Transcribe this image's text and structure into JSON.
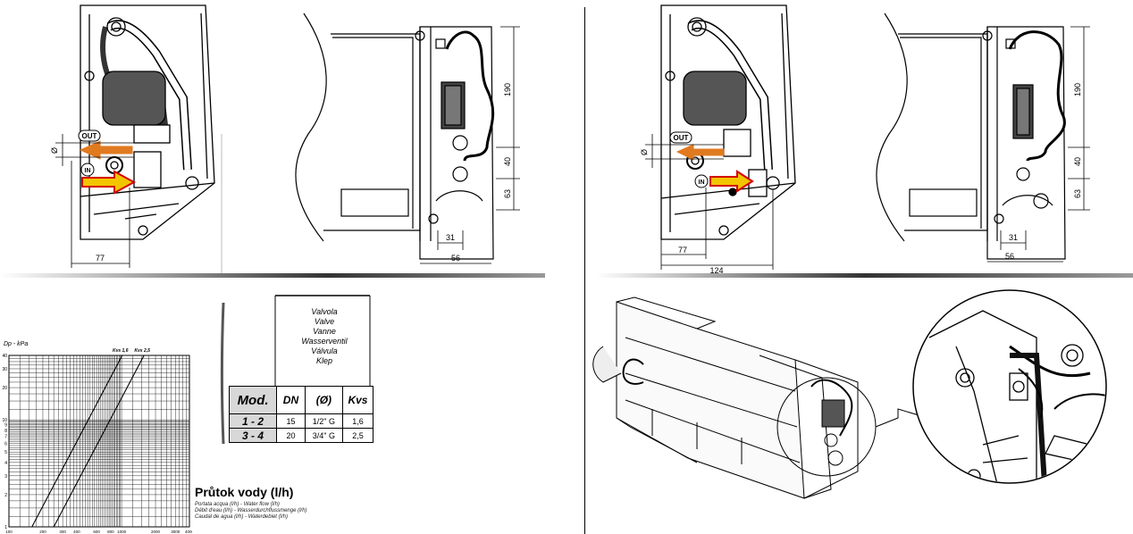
{
  "drawing_top_left": {
    "labels": {
      "out": "OUT",
      "in": "IN",
      "diameter": "Ø"
    },
    "dimensions": {
      "d77": "77",
      "d190": "190",
      "d40": "40",
      "d63": "63",
      "d31": "31",
      "d56": "56"
    }
  },
  "drawing_top_right": {
    "labels": {
      "out": "OUT",
      "in": "IN",
      "diameter": "Ø"
    },
    "dimensions": {
      "d77": "77",
      "d124": "124",
      "d190": "190",
      "d40": "40",
      "d63": "63",
      "d31": "31",
      "d56": "56"
    }
  },
  "chart": {
    "y_axis_label": "Dp - kPa",
    "y_ticks": [
      "40",
      "30",
      "20",
      "10",
      "9",
      "8",
      "7",
      "6",
      "5",
      "4",
      "3",
      "2",
      "1"
    ],
    "x_ticks": [
      "100",
      "200",
      "300",
      "400",
      "600",
      "800",
      "1000",
      "2000",
      "3000",
      "4000"
    ],
    "kvs_lines": [
      {
        "label": "Kvs 1,6",
        "kvs": 1.6
      },
      {
        "label": "Kvs 2,5",
        "kvs": 2.5
      }
    ],
    "title": "Průtok vody  (l/h)",
    "subtitle_lines": [
      "Portata acqua (l/h) - Water flow (l/h)",
      "Débit d'eau (l/h) - Wasserdurchflussmenge (l/h)",
      "Caudal de agua (l/h) - Waterdebiet (l/h)"
    ]
  },
  "valve_table": {
    "header_langs": [
      "Valvola",
      "Valve",
      "Vanne",
      "Wasserventil",
      "Válvula",
      "Klep"
    ],
    "columns": [
      "Mod.",
      "DN",
      "(Ø)",
      "Kvs"
    ],
    "rows": [
      {
        "mod": "1 - 2",
        "dn": "15",
        "dia": "1/2\" G",
        "kvs": "1,6"
      },
      {
        "mod": "3 - 4",
        "dn": "20",
        "dia": "3/4\" G",
        "kvs": "2,5"
      }
    ]
  },
  "colors": {
    "arrow_out": "#e07a20",
    "arrow_in": "#f2c500",
    "arrow_in_edge": "#d40000",
    "table_fill": "#d8d8d8"
  }
}
